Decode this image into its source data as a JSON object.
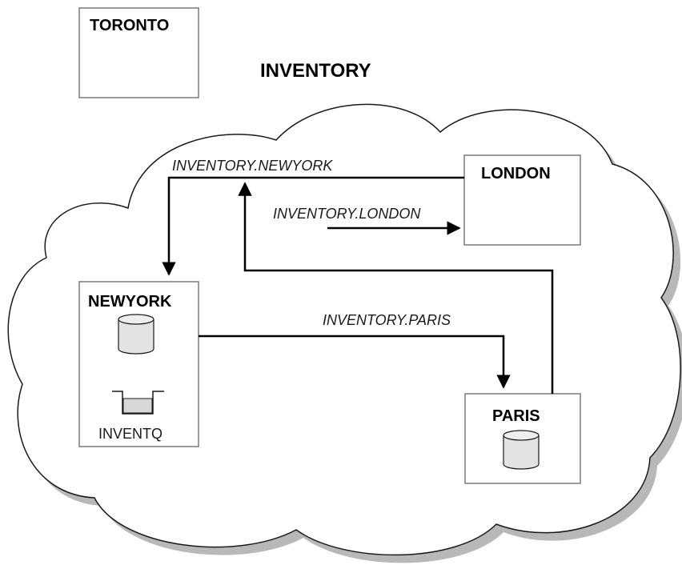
{
  "cluster": {
    "name": "INVENTORY"
  },
  "queue_managers": {
    "toronto": "TORONTO",
    "london": "LONDON",
    "newyork": "NEWYORK",
    "paris": "PARIS"
  },
  "channels": {
    "to_newyork": "INVENTORY.NEWYORK",
    "to_london": "INVENTORY.LONDON",
    "to_paris": "INVENTORY.PARIS"
  },
  "queue": {
    "name": "INVENTQ"
  },
  "colors": {
    "line": "#000000",
    "box_border": "#7a7a7a",
    "cloud_stroke": "#1a1a1a",
    "cloud_shadow": "#b8b8b8",
    "cylinder_fill": "#e3e3e3",
    "queue_fill": "#d8d8d8"
  },
  "icons": {
    "repository": "cylinder-icon",
    "queue": "queue-icon"
  }
}
